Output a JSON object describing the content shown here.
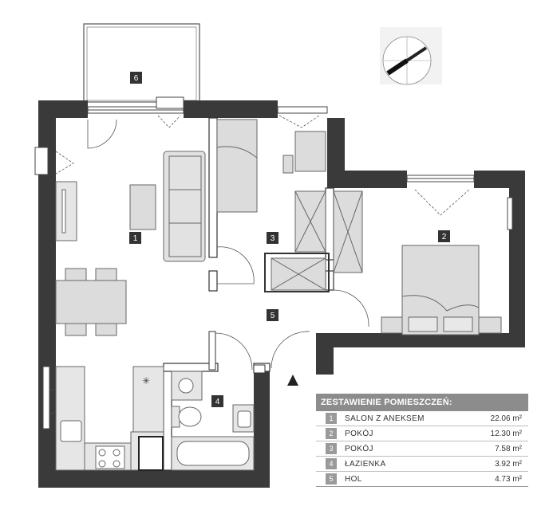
{
  "rooms": [
    {
      "num": "1"
    },
    {
      "num": "2"
    },
    {
      "num": "3"
    },
    {
      "num": "4"
    },
    {
      "num": "5"
    },
    {
      "num": "6"
    }
  ],
  "legend": {
    "title": "ZESTAWIENIE POMIESZCZEŃ:",
    "rows": [
      {
        "idx": "1",
        "name": "SALON Z ANEKSEM",
        "area": "22.06 m²"
      },
      {
        "idx": "2",
        "name": "POKÓJ",
        "area": "12.30 m²"
      },
      {
        "idx": "3",
        "name": "POKÓJ",
        "area": "7.58 m²"
      },
      {
        "idx": "4",
        "name": "ŁAZIENKA",
        "area": "3.92 m²"
      },
      {
        "idx": "5",
        "name": "HOL",
        "area": "4.73 m²"
      }
    ]
  },
  "colors": {
    "wall": "#3a3a3a",
    "furniture": "#dcdcdc",
    "label_bg": "#333333",
    "legend_header": "#8c8c8c"
  },
  "icons": [
    "north-compass-icon",
    "entrance-triangle-icon"
  ]
}
